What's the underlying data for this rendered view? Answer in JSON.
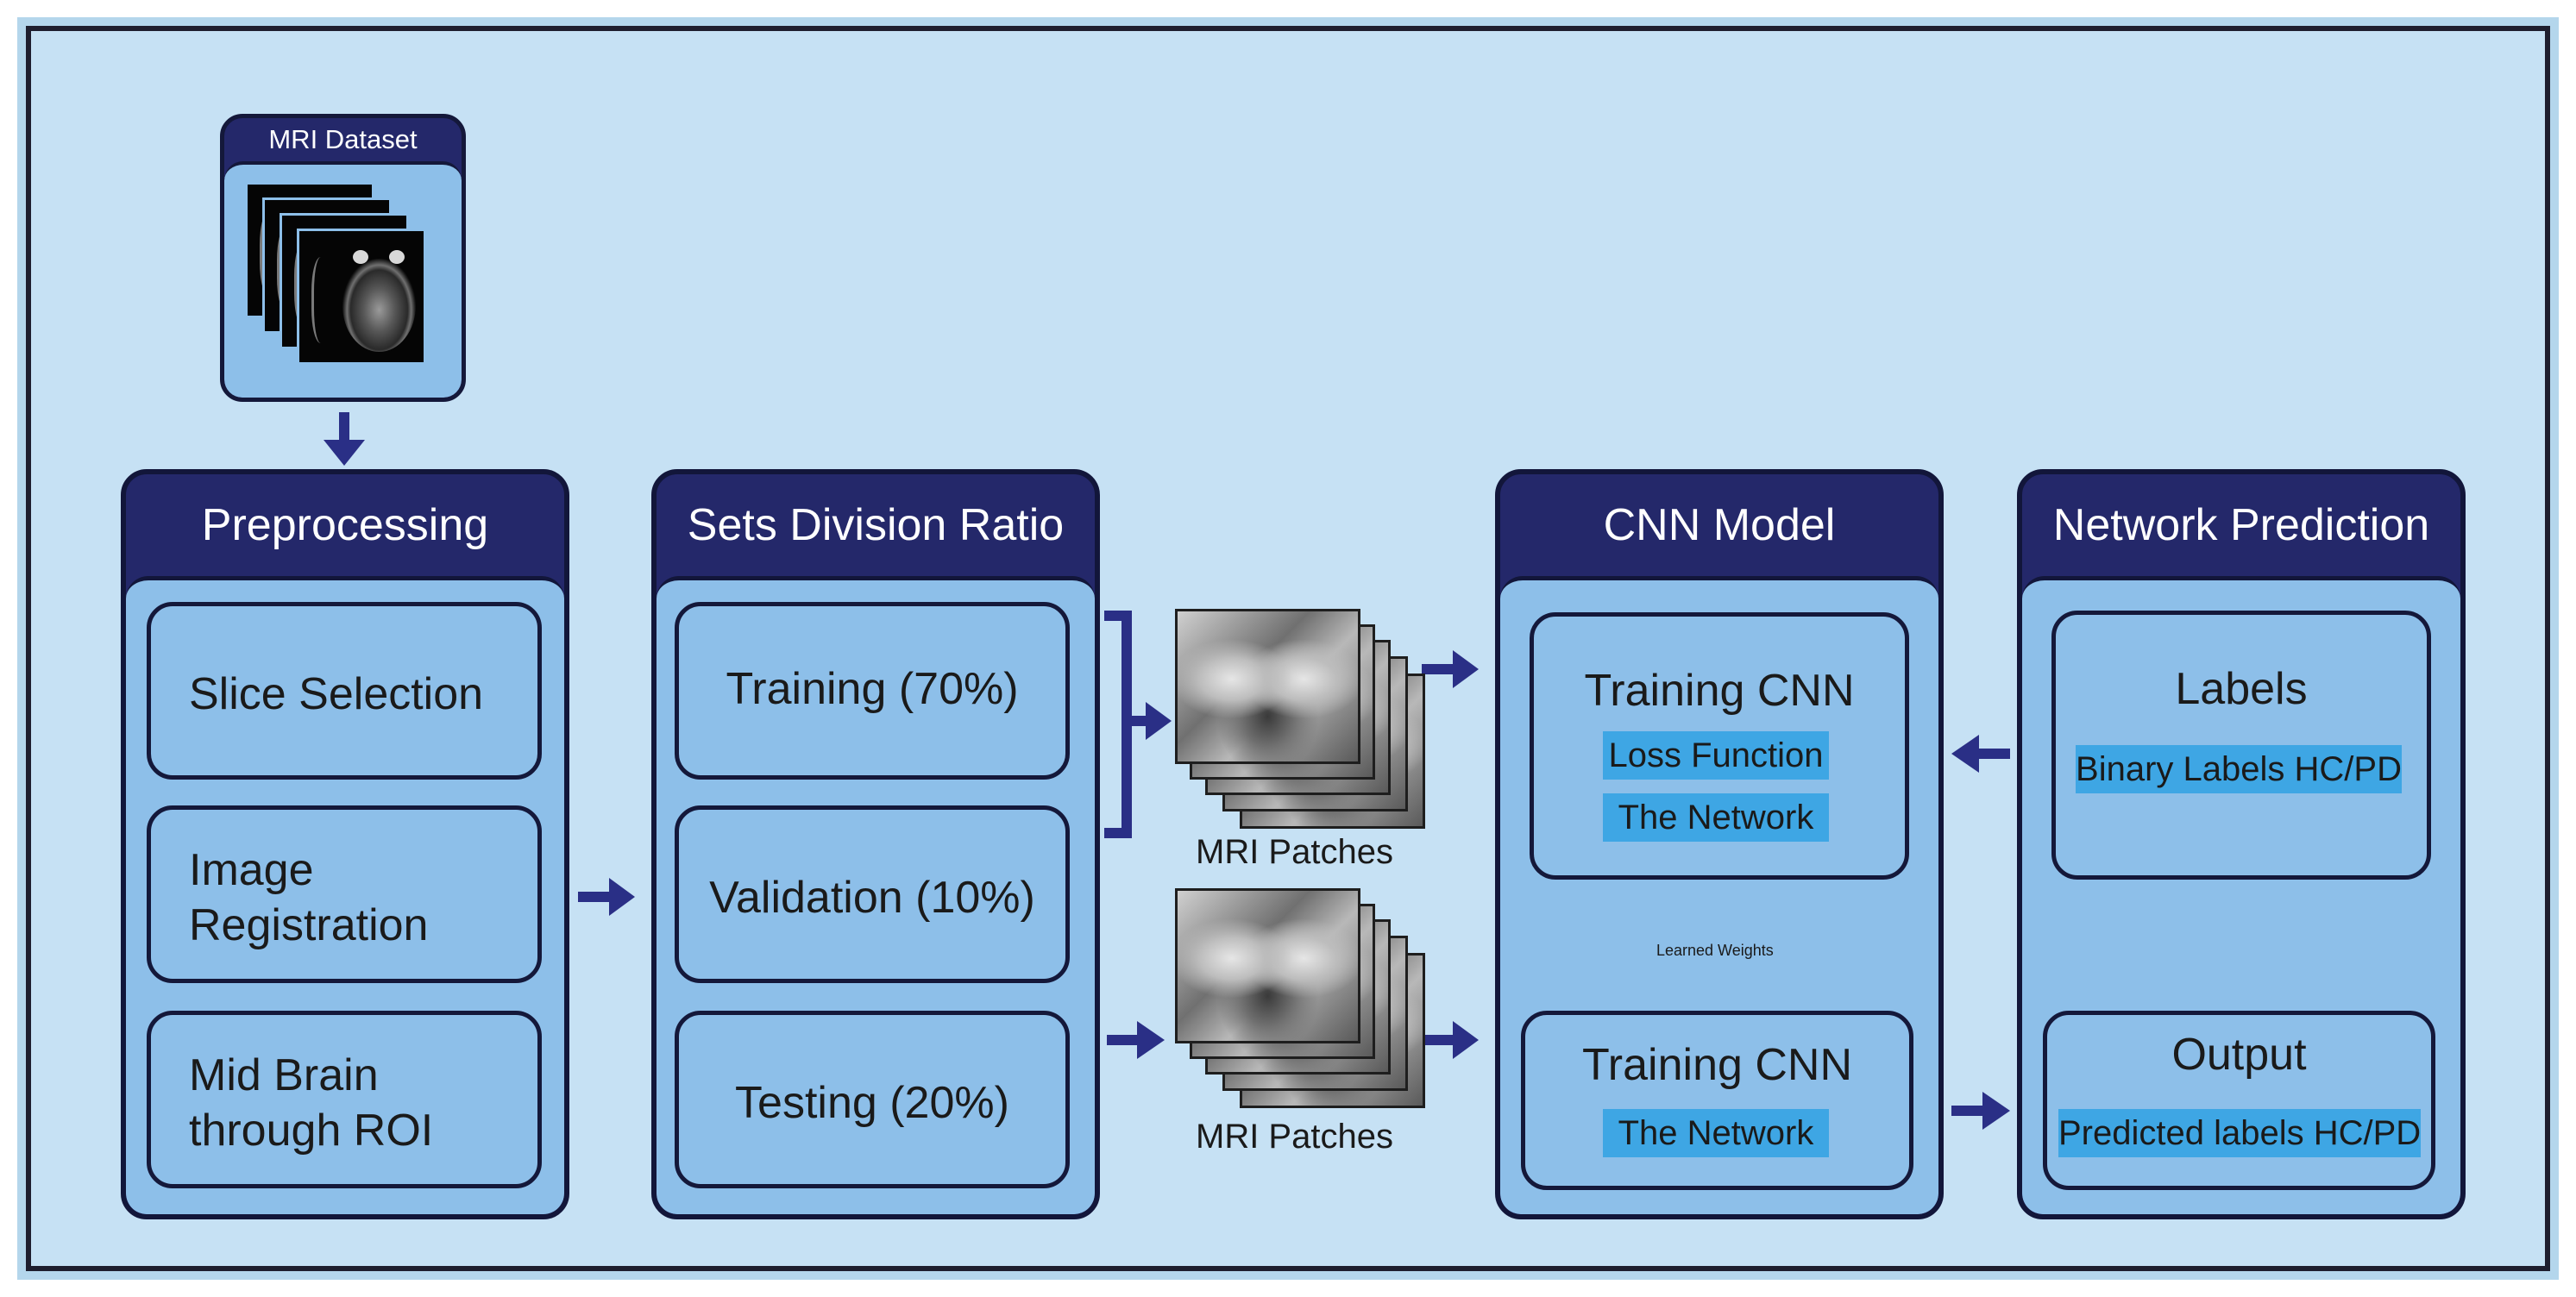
{
  "dataset": {
    "title": "MRI Dataset"
  },
  "preprocessing": {
    "title": "Preprocessing",
    "steps": [
      "Slice Selection",
      "Image Registration",
      "Mid Brain through ROI"
    ],
    "step_lines": [
      [
        "Slice Selection"
      ],
      [
        "Image",
        "Registration"
      ],
      [
        "Mid Brain",
        "through ROI"
      ]
    ]
  },
  "sets": {
    "title": "Sets Division Ratio",
    "items": [
      "Training (70%)",
      "Validation (10%)",
      "Testing (20%)"
    ]
  },
  "patches": {
    "top_label": "MRI Patches",
    "bottom_label": "MRI Patches"
  },
  "cnn": {
    "title": "CNN Model",
    "top": {
      "title": "Training CNN",
      "tags": [
        "Loss Function",
        "The Network"
      ]
    },
    "weights_label": "Learned Weights",
    "bottom": {
      "title": "Training CNN",
      "tags": [
        "The Network"
      ]
    }
  },
  "prediction": {
    "title": "Network Prediction",
    "labels": {
      "title": "Labels",
      "tag": "Binary Labels HC/PD"
    },
    "output": {
      "title": "Output",
      "tag": "Predicted labels HC/PD"
    }
  },
  "colors": {
    "background": "#c6e1f4",
    "panel_header": "#24286a",
    "panel_body": "#8dbfe9",
    "highlight": "#3ea6e4",
    "arrow": "#2a2f86",
    "border": "#12163a"
  }
}
